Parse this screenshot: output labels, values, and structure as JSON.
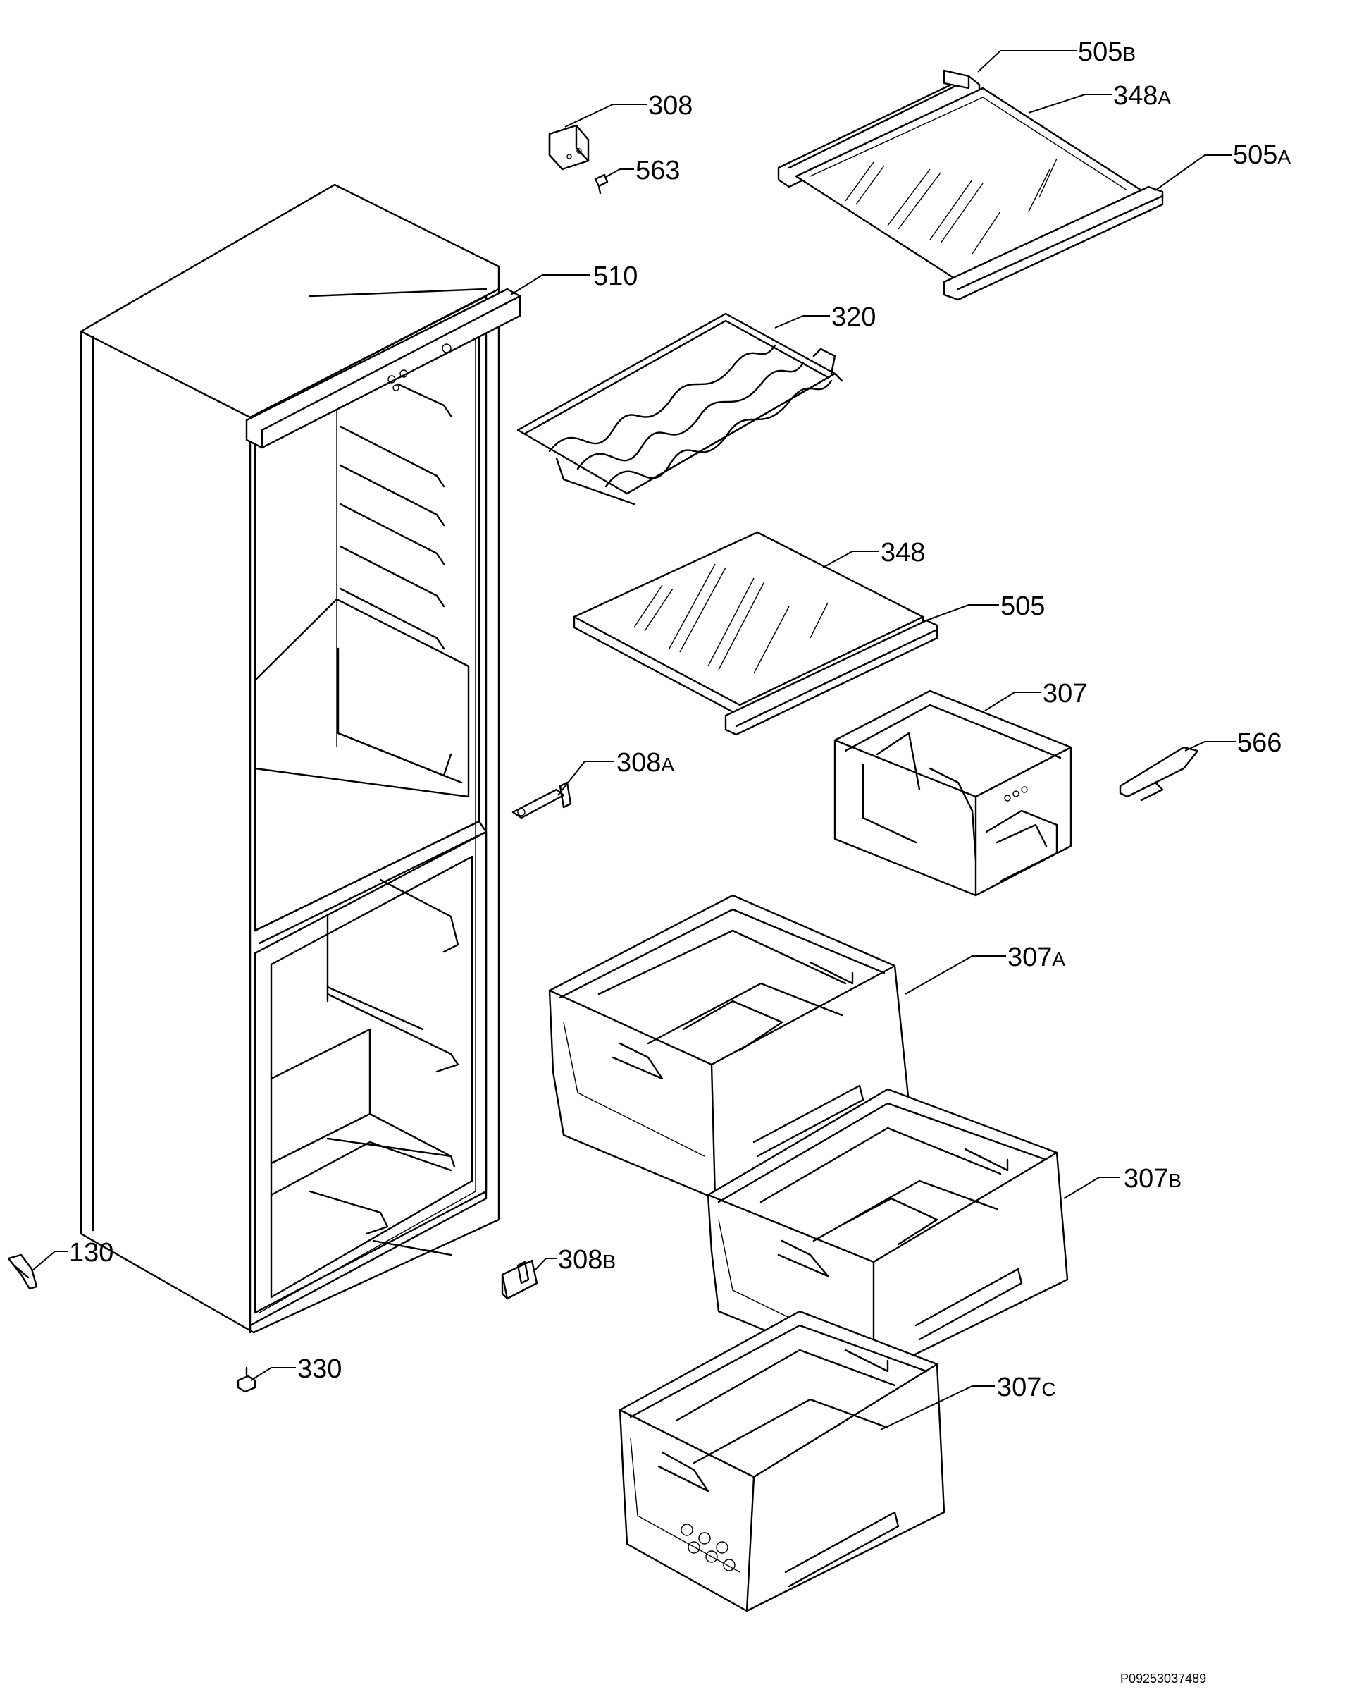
{
  "parts": [
    {
      "id": "p505B",
      "number": "505",
      "suffix": "B"
    },
    {
      "id": "p348A",
      "number": "348",
      "suffix": "A"
    },
    {
      "id": "p505A",
      "number": "505",
      "suffix": "A"
    },
    {
      "id": "p308",
      "number": "308",
      "suffix": ""
    },
    {
      "id": "p563",
      "number": "563",
      "suffix": ""
    },
    {
      "id": "p510",
      "number": "510",
      "suffix": ""
    },
    {
      "id": "p320",
      "number": "320",
      "suffix": ""
    },
    {
      "id": "p348",
      "number": "348",
      "suffix": ""
    },
    {
      "id": "p505",
      "number": "505",
      "suffix": ""
    },
    {
      "id": "p307",
      "number": "307",
      "suffix": ""
    },
    {
      "id": "p566",
      "number": "566",
      "suffix": ""
    },
    {
      "id": "p308A",
      "number": "308",
      "suffix": "A"
    },
    {
      "id": "p307A",
      "number": "307",
      "suffix": "A"
    },
    {
      "id": "p307B",
      "number": "307",
      "suffix": "B"
    },
    {
      "id": "p130",
      "number": "130",
      "suffix": ""
    },
    {
      "id": "p308B",
      "number": "308",
      "suffix": "B"
    },
    {
      "id": "p330",
      "number": "330",
      "suffix": ""
    },
    {
      "id": "p307C",
      "number": "307",
      "suffix": "C"
    }
  ],
  "document_code": "P09253037489"
}
